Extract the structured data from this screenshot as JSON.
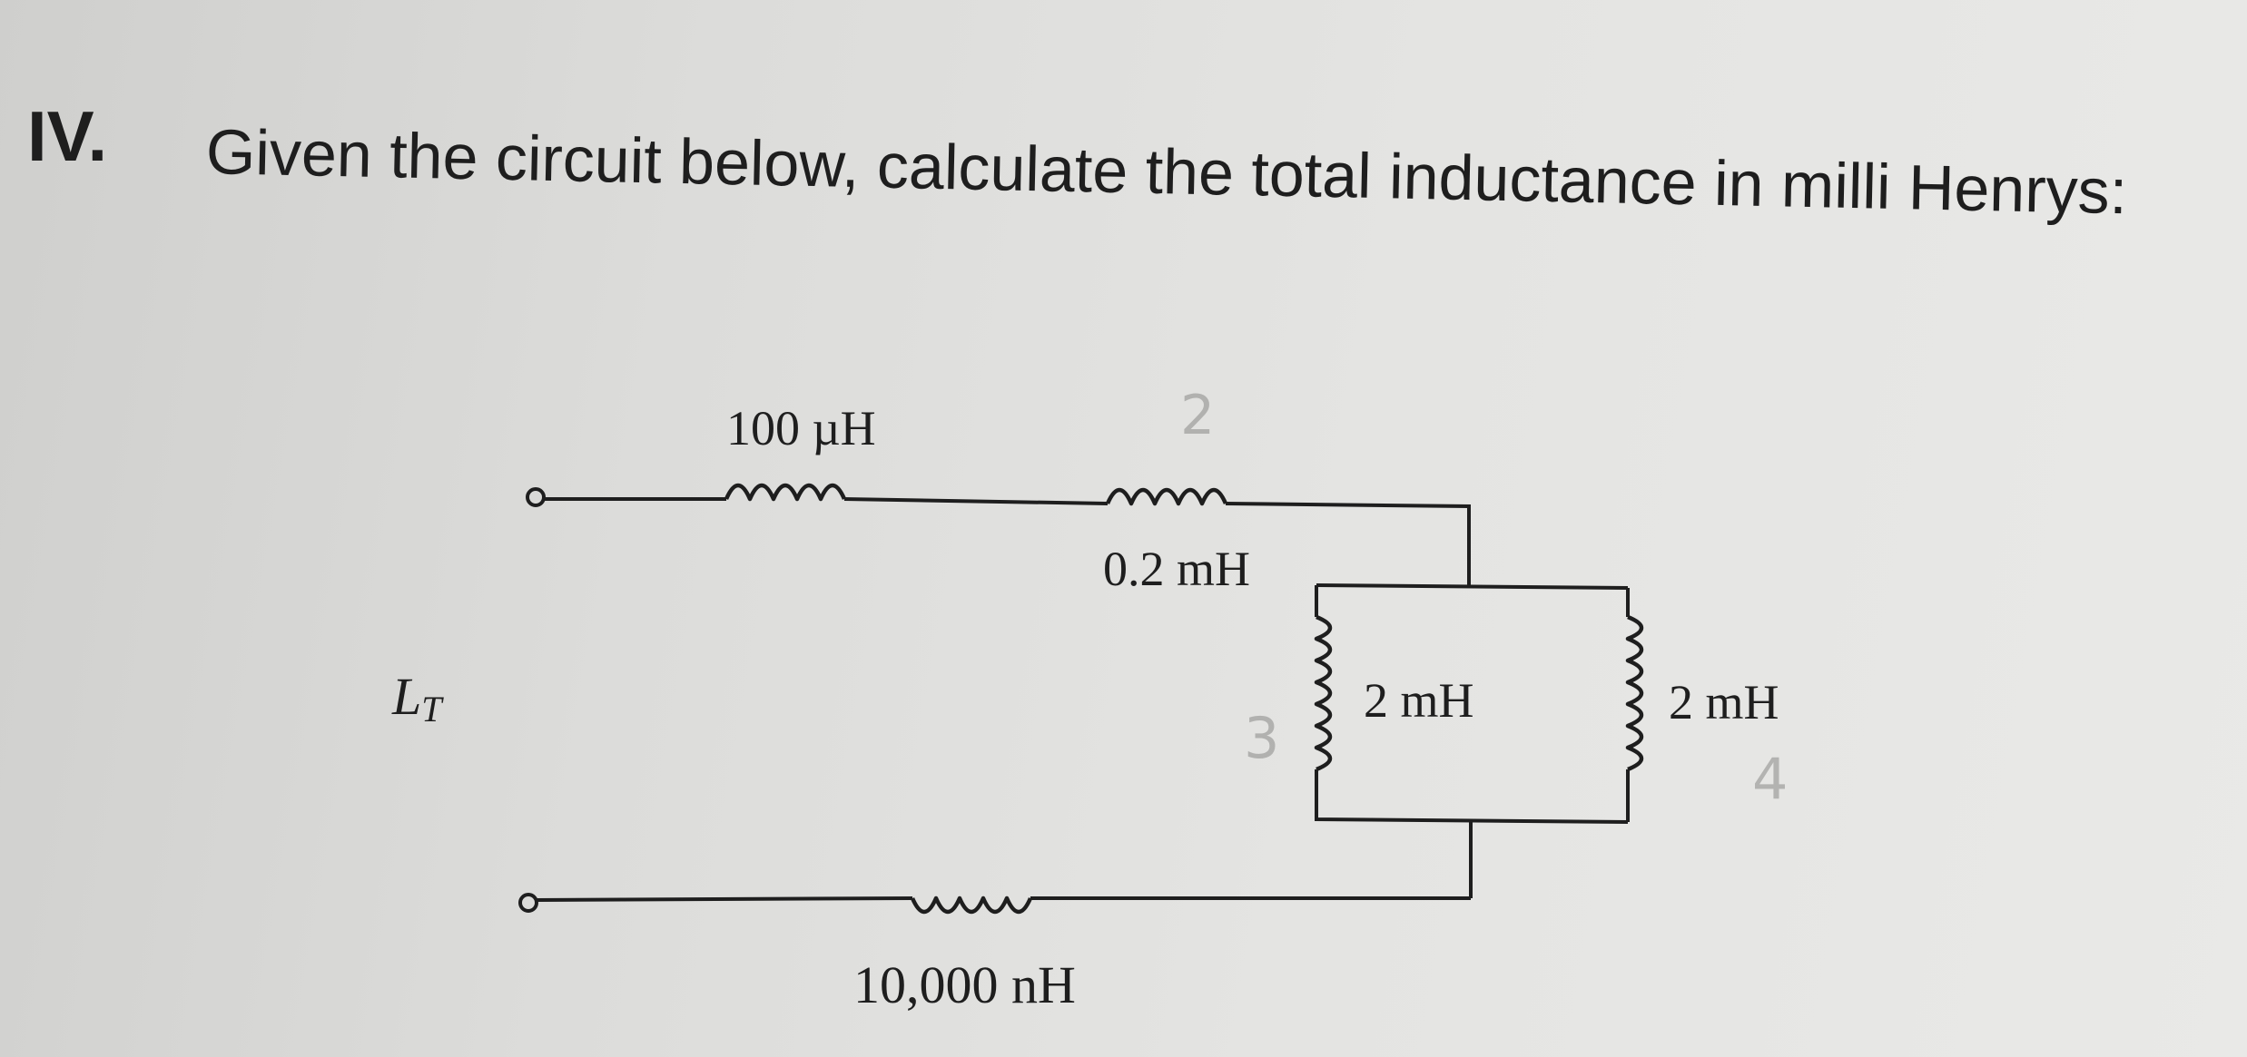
{
  "question": {
    "number": "IV.",
    "text": "Given the circuit below, calculate the total inductance in milli Henrys:"
  },
  "circuit": {
    "total_label": "L",
    "total_label_sub": "T",
    "inductors": {
      "top_left": "100 µH",
      "top_right": "0.2 mH",
      "parallel_left": "2 mH",
      "parallel_right": "2 mH",
      "bottom": "10,000 nH"
    },
    "handwritten_notes": [
      "2",
      "3",
      "4"
    ]
  }
}
